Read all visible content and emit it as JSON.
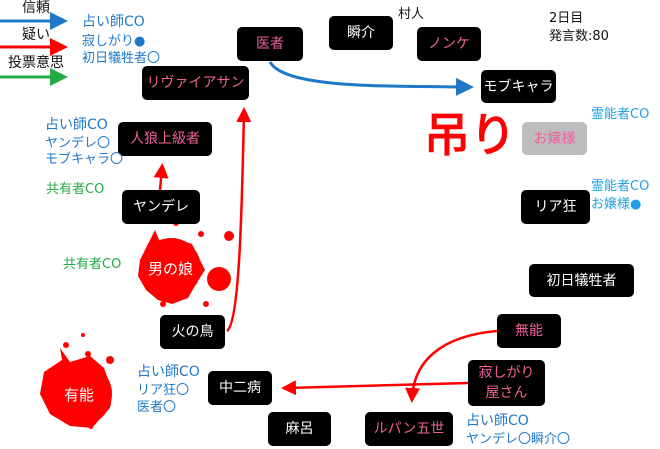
{
  "legend": [
    {
      "label": "信頼",
      "color": "#1f78c8"
    },
    {
      "label": "疑い",
      "color": "#ff0000"
    },
    {
      "label": "投票意思",
      "color": "#22aa44"
    }
  ],
  "status": {
    "day": "2日目",
    "posts": "発言数:80"
  },
  "village_label": "村人",
  "hanged_mark": "吊り",
  "nodes": {
    "isha": "医者",
    "shunsuke": "瞬介",
    "nonke": "ノンケ",
    "mobukyara": "モブキャラ",
    "leviathan": "リヴァイアサン",
    "jinro": "人狼上級者",
    "yandere": "ヤンデレ",
    "otokonoko": "男の娘",
    "hinotori": "火の鳥",
    "yuno": "有能",
    "chuni": "中二病",
    "maro": "麻呂",
    "lupin": "ルパン五世",
    "muno": "無能",
    "sabishi1": "寂しがり",
    "sabishi2": "屋さん",
    "ojou": "お嬢様",
    "riakyo": "リア狂",
    "shonichi": "初日犠牲者"
  },
  "notes": {
    "leviathan": [
      "占い師CO",
      "寂しがり●",
      "初日犠牲者〇"
    ],
    "jinro": [
      "占い師CO",
      "ヤンデレ〇",
      "モブキャラ〇"
    ],
    "yandere": [
      "共有者CO"
    ],
    "otokonoko": [
      "共有者CO"
    ],
    "yuno": [
      "占い師CO",
      "リア狂〇",
      "医者〇"
    ],
    "lupin": [
      "占い師CO",
      "ヤンデレ〇瞬介〇"
    ],
    "ojou": [
      "霊能者CO"
    ],
    "riakyo": [
      "霊能者CO",
      "お嬢様●"
    ]
  },
  "colors": {
    "trust": "#1f78c8",
    "doubt": "#ff0000",
    "vote": "#22aa44",
    "blood": "#ff0000",
    "seer": "#1f78c8",
    "medium": "#1ea0e6",
    "mason": "#22aa44",
    "role_text": "#f0609a"
  }
}
